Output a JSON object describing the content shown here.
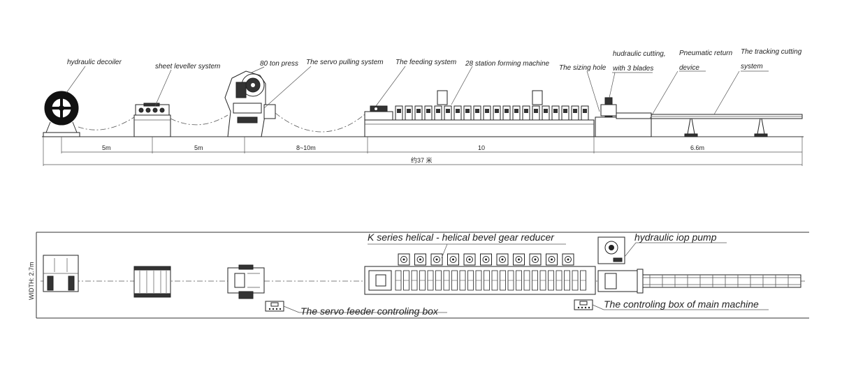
{
  "side_labels": {
    "decoiler": "hydraulic decoiler",
    "leveller": "sheet leveller system",
    "press": "80 ton press",
    "servo_pulling": "The servo pulling system",
    "feeding": "The feeding system",
    "forming": "28 station forming machine",
    "sizing": "The sizing hole",
    "cutting_line1": "hudraulic cutting,",
    "cutting_line2": "with 3 blades",
    "pneumatic_line1": "Pneumatic return",
    "pneumatic_line2": "device",
    "tracking_line1": "The tracking cutting",
    "tracking_line2": "system"
  },
  "dimensions": {
    "d1": "5m",
    "d2": "5m",
    "d3": "8~10m",
    "d4": "10",
    "d5": "6.6m",
    "total": "约37 米"
  },
  "top_labels": {
    "reducer": "K series helical - helical bevel gear reducer",
    "pump": "hydraulic iop pump",
    "servo_box": "The servo feeder controling box",
    "main_box": "The controling box of main machine",
    "width": "WIDTH: 2.7m"
  }
}
